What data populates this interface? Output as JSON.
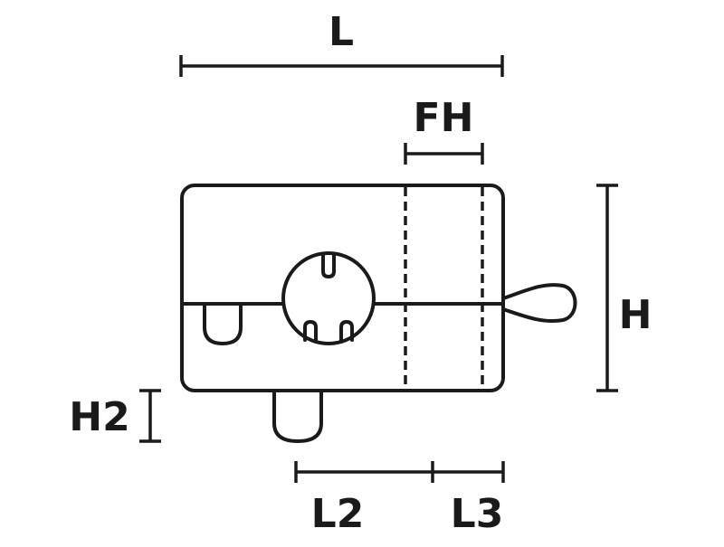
{
  "labels": {
    "L": "L",
    "FH": "FH",
    "H": "H",
    "H2": "H2",
    "L2": "L2",
    "L3": "L3"
  }
}
